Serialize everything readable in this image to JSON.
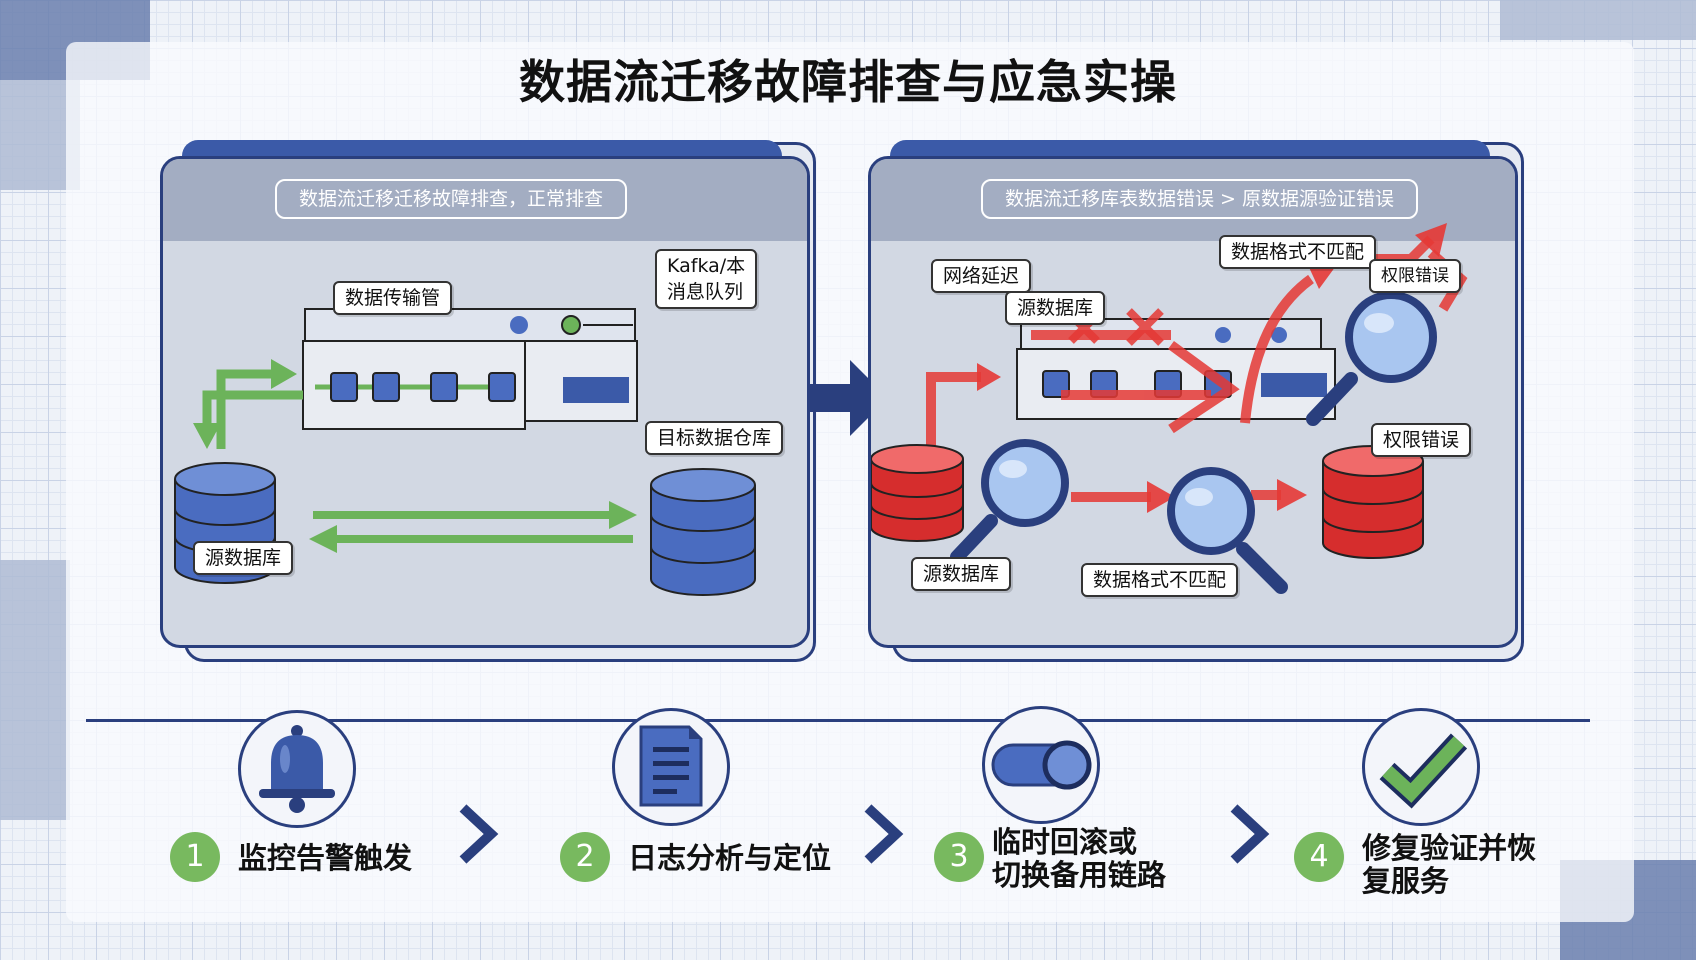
{
  "title": "数据流迁移故障排查与应急实操",
  "left_panel": {
    "subtitle": "数据流迁移迁移故障排查，正常排查",
    "labels": {
      "pipeline": "数据传输管",
      "kafka_line1": "Kafka/本",
      "kafka_line2": "消息队列",
      "target_db": "目标数据仓库",
      "source_db": "源数据库"
    }
  },
  "right_panel": {
    "subtitle": "数据流迁移库表数据错误 > 原数据源验证错误",
    "labels": {
      "network_delay": "网络延迟",
      "source_db_top": "源数据库",
      "format_mismatch_top": "数据格式不匹配",
      "error_tag": "权限错误",
      "permission_error": "权限错误",
      "source_db_bottom": "源数据库",
      "format_mismatch_bottom": "数据格式不匹配"
    }
  },
  "steps": [
    {
      "number": "1",
      "line1": "监控告警触发",
      "line2": "",
      "icon": "bell-icon"
    },
    {
      "number": "2",
      "line1": "日志分析与定位",
      "line2": "",
      "icon": "document-icon"
    },
    {
      "number": "3",
      "line1": "临时回滚或",
      "line2": "切换备用链路",
      "icon": "toggle-switch-icon"
    },
    {
      "number": "4",
      "line1": "修复验证并恢",
      "line2": "复服务",
      "icon": "checkmark-icon"
    }
  ],
  "colors": {
    "navy": "#2a3f7e",
    "blue": "#3b5aa8",
    "green": "#6cb35a",
    "red": "#e53935",
    "db_blue": "#4a6cc0",
    "db_red": "#d62d2d"
  }
}
